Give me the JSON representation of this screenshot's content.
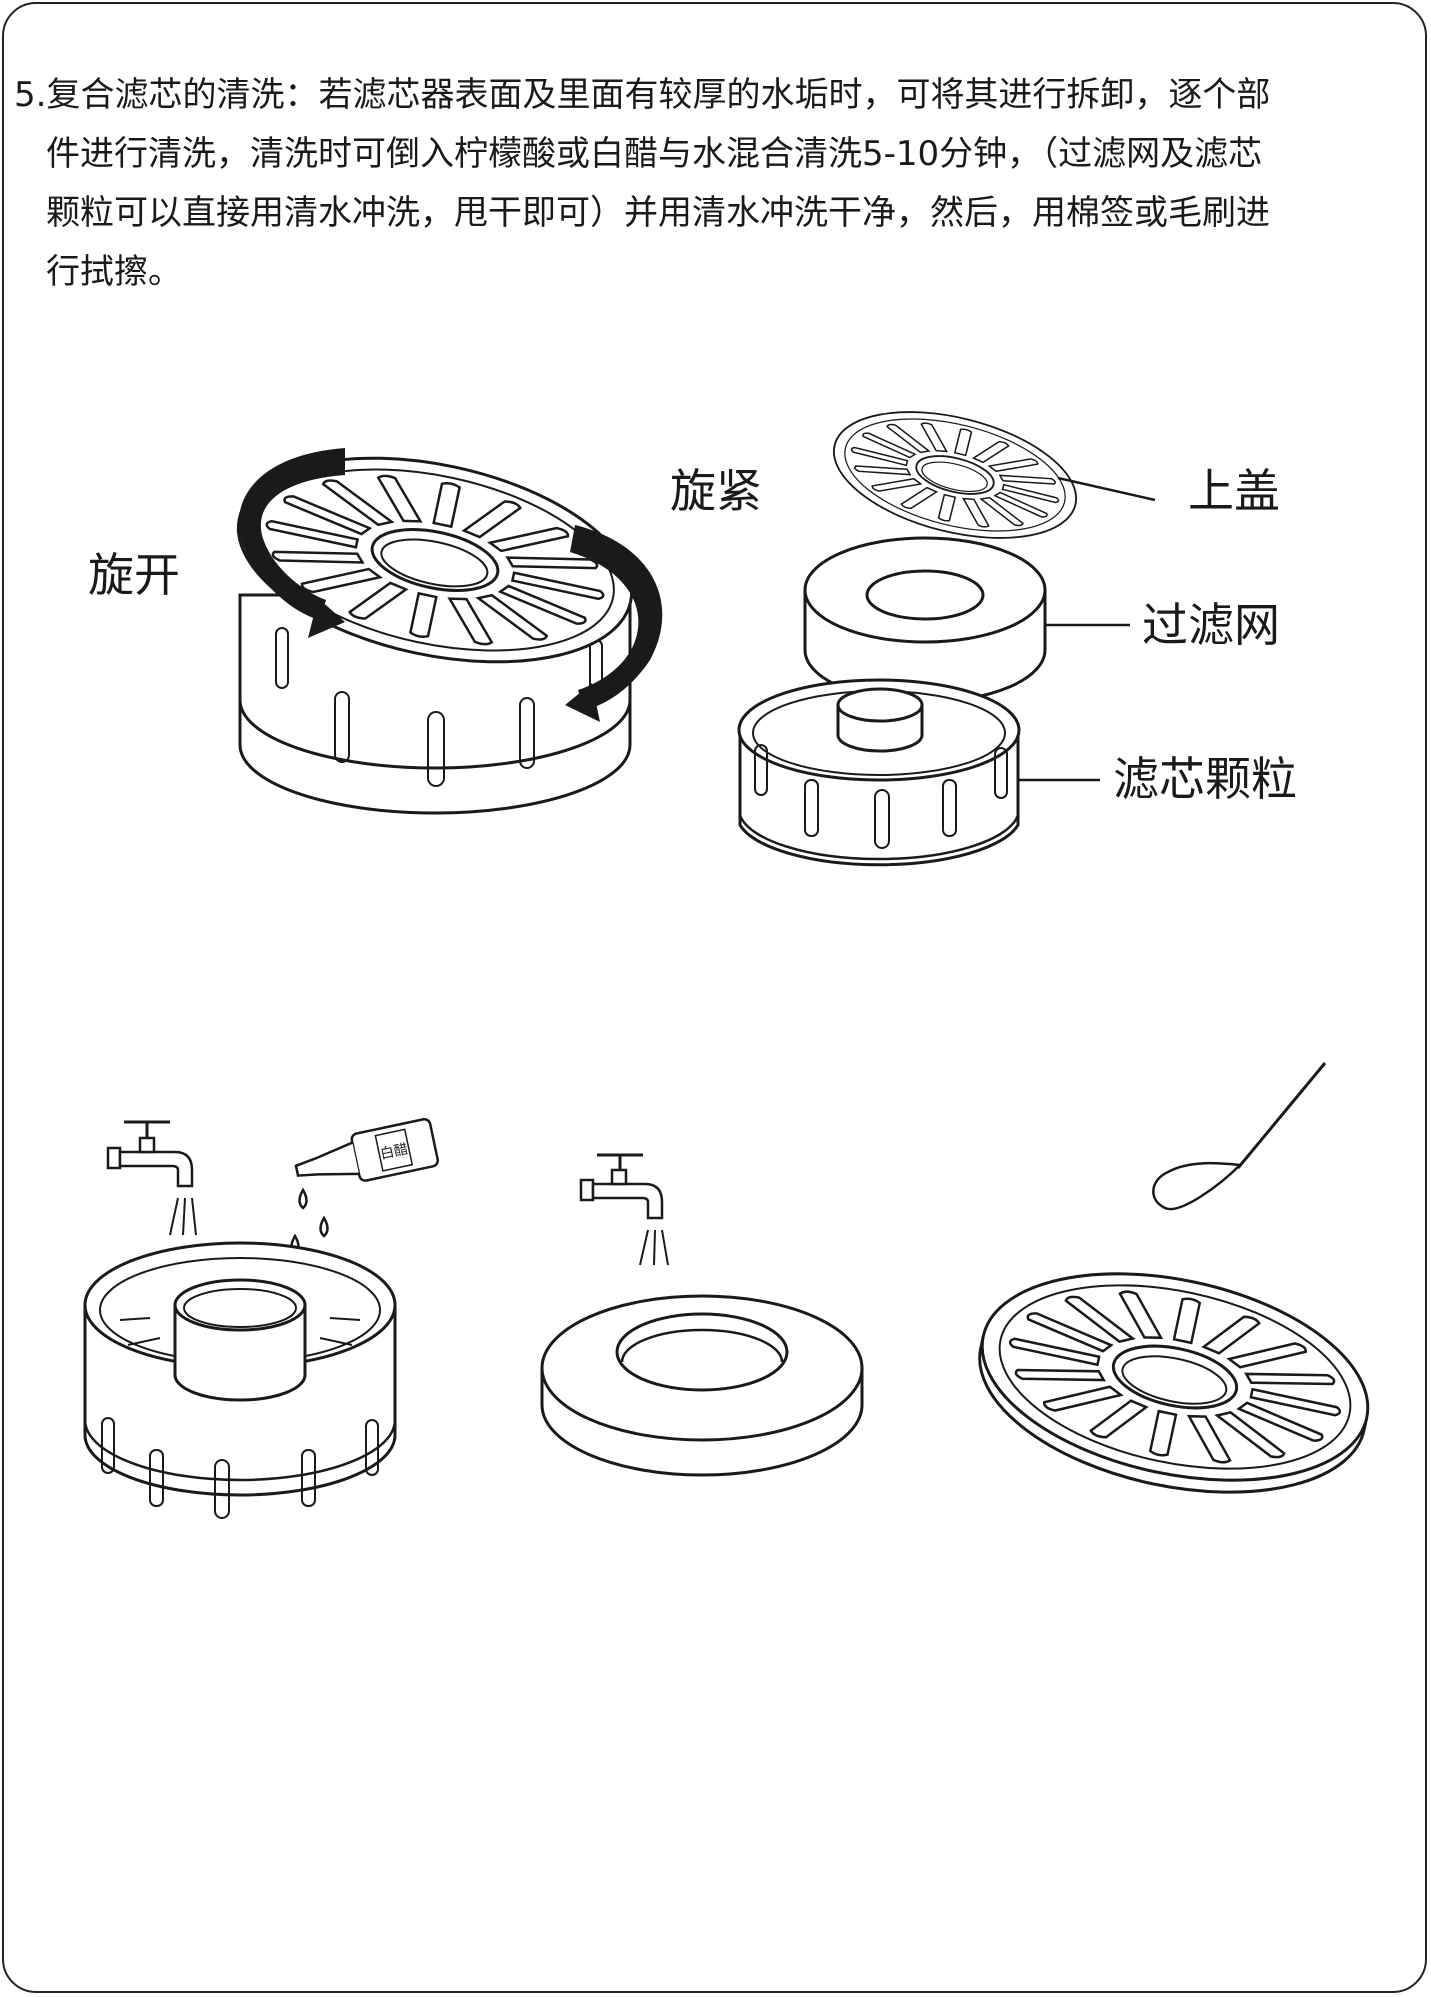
{
  "instructions": {
    "line1": "5.复合滤芯的清洗：若滤芯器表面及里面有较厚的水垢时，可将其进行拆卸，逐个部",
    "line2": "件进行清洗，清洗时可倒入柠檬酸或白醋与水混合清洗5-10分钟，（过滤网及滤芯",
    "line3": "颗粒可以直接用清水冲洗，甩干即可）并用清水冲洗干净，然后，用棉签或毛刷进",
    "line4": "行拭擦。"
  },
  "labels": {
    "unscrew": "旋开",
    "tighten": "旋紧",
    "top_cover": "上盖",
    "filter_mesh": "过滤网",
    "filter_granules": "滤芯颗粒"
  },
  "vinegar_bottle_label": "白醋",
  "colors": {
    "ink": "#1a1a1a",
    "paper": "#ffffff"
  },
  "icons": [
    "rotate-arrow-icon",
    "faucet-icon",
    "vinegar-bottle-icon",
    "water-drop-icon",
    "cotton-swab-icon"
  ]
}
